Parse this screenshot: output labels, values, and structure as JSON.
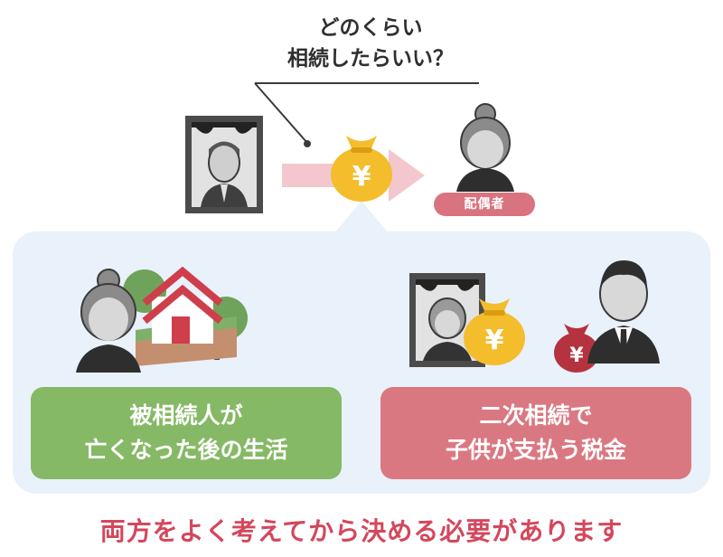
{
  "question": {
    "line1": "どのくらい",
    "line2": "相続したらいい？"
  },
  "spouse_label": "配偶者",
  "currency_symbol": "¥",
  "box_left": {
    "line1": "被相続人が",
    "line2": "亡くなった後の生活",
    "color": "#86b966"
  },
  "box_right": {
    "line1": "二次相続で",
    "line2": "子供が支払う税金",
    "color": "#da7882"
  },
  "conclusion": "両方をよく考えてから決める必要があります",
  "colors": {
    "accent_red": "#d4475c",
    "coin_yellow": "#f3bd2c",
    "arrow_pink": "#f3c7cd",
    "panel_blue": "#e9f1fb",
    "dark_red_bag": "#b5323f"
  },
  "icons": [
    "portrait-deceased-man-icon",
    "money-bag-icon",
    "elderly-woman-icon",
    "house-icon",
    "portrait-deceased-woman-icon",
    "small-money-bag-icon",
    "son-icon"
  ]
}
